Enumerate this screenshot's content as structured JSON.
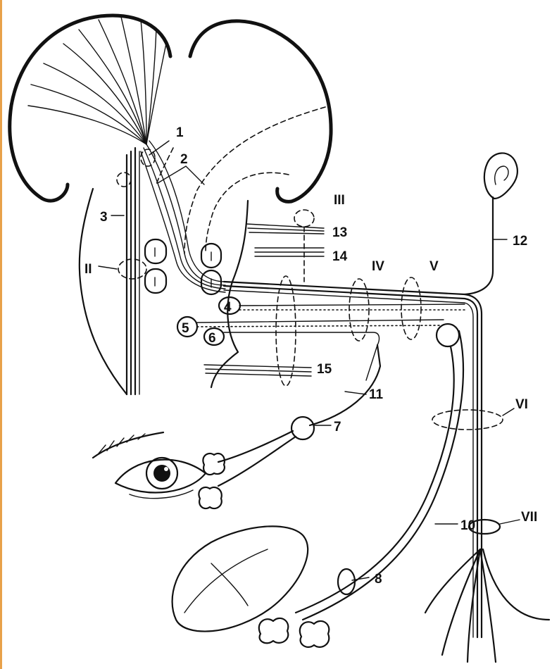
{
  "diagram": {
    "labels": {
      "n1": "1",
      "n2": "2",
      "n3": "3",
      "n4": "4",
      "n5": "5",
      "n6": "6",
      "n7": "7",
      "n8": "8",
      "n10": "10",
      "n11": "11",
      "n12": "12",
      "n13": "13",
      "n14": "14",
      "n15": "15",
      "rII": "II",
      "rIII": "III",
      "rIV": "IV",
      "rV": "V",
      "rVI": "VI",
      "rVII": "VII"
    },
    "colors": {
      "ink": "#111111",
      "page_border": "#e8a14a"
    },
    "style": "black-and-white line drawing"
  }
}
